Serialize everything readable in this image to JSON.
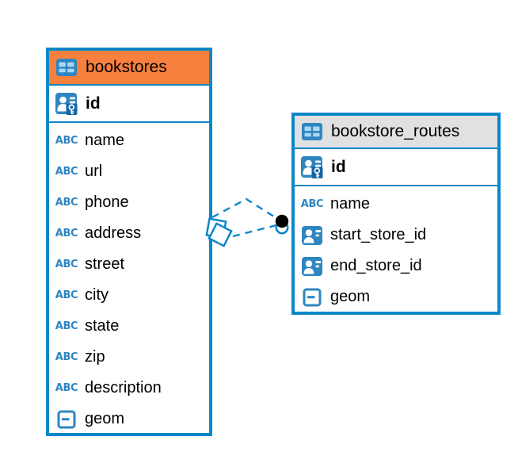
{
  "diagram": {
    "colors": {
      "table_border": "#0E87C8",
      "bookstores_header_bg": "#F8803E",
      "routes_header_bg": "#E1E1E1",
      "icon_blue": "#2E86C1",
      "icon_light_blue": "#A9D7F2",
      "icon_key_patch_blue": "#1566A5",
      "connector_blue": "#0E87C8",
      "connector_dot_black": "#000000",
      "text": "#000000",
      "background": "#FFFFFF"
    },
    "icons": {
      "text_type_label": "ABC"
    },
    "tables": [
      {
        "name": "bookstores",
        "primary_key": {
          "name": "id"
        },
        "columns": [
          {
            "name": "name",
            "type": "text"
          },
          {
            "name": "url",
            "type": "text"
          },
          {
            "name": "phone",
            "type": "text"
          },
          {
            "name": "address",
            "type": "text"
          },
          {
            "name": "street",
            "type": "text"
          },
          {
            "name": "city",
            "type": "text"
          },
          {
            "name": "state",
            "type": "text"
          },
          {
            "name": "zip",
            "type": "text"
          },
          {
            "name": "description",
            "type": "text"
          },
          {
            "name": "geom",
            "type": "geometry"
          }
        ]
      },
      {
        "name": "bookstore_routes",
        "primary_key": {
          "name": "id"
        },
        "columns": [
          {
            "name": "name",
            "type": "text"
          },
          {
            "name": "start_store_id",
            "type": "foreign-key"
          },
          {
            "name": "end_store_id",
            "type": "foreign-key"
          },
          {
            "name": "geom",
            "type": "geometry"
          }
        ]
      }
    ],
    "relationships": [
      {
        "from": "bookstore_routes.start_store_id",
        "to": "bookstores.id",
        "line_style": "dashed",
        "source_marker": "diamond",
        "target_marker": "dot"
      },
      {
        "from": "bookstore_routes.end_store_id",
        "to": "bookstores.id",
        "line_style": "dashed",
        "source_marker": "diamond",
        "target_marker": "dot"
      }
    ]
  }
}
